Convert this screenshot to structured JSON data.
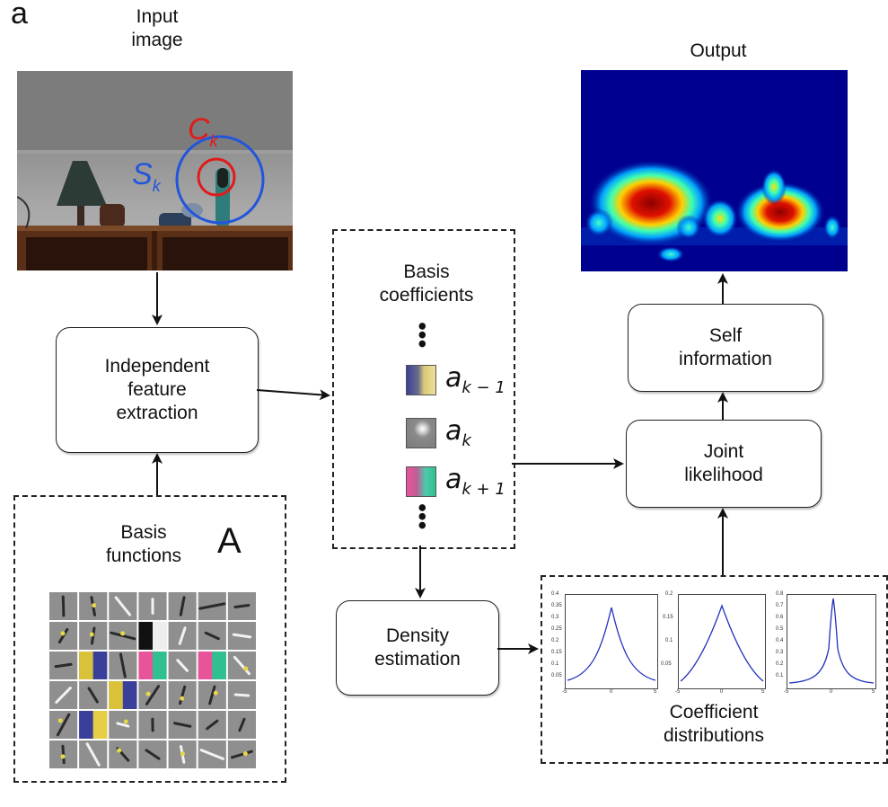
{
  "panel_letter": "a",
  "input": {
    "title": "Input\nimage",
    "c_label": "C",
    "c_sub": "k",
    "s_label": "S",
    "s_sub": "k"
  },
  "output": {
    "title": "Output"
  },
  "boxes": {
    "feature": "Independent\nfeature\nextraction",
    "self": "Self\ninformation",
    "joint": "Joint\nlikelihood",
    "density": "Density\nestimation"
  },
  "basis": {
    "title": "Basis\nfunctions",
    "letter": "A"
  },
  "coefficients": {
    "title": "Basis\ncoefficients",
    "items": [
      {
        "var": "a",
        "sub": "k − 1"
      },
      {
        "var": "a",
        "sub": "k"
      },
      {
        "var": "a",
        "sub": "k + 1"
      }
    ]
  },
  "distributions": {
    "title": "Coefficient\ndistributions",
    "plots": [
      {
        "yticks": [
          "0.4",
          "0.35",
          "0.3",
          "0.25",
          "0.2",
          "0.15",
          "0.1",
          "0.05"
        ],
        "xticks": [
          "-5",
          "0",
          "5"
        ]
      },
      {
        "yticks": [
          "0.2",
          "0.15",
          "0.1",
          "0.05"
        ],
        "xticks": [
          "-5",
          "0",
          "5"
        ]
      },
      {
        "yticks": [
          "0.8",
          "0.7",
          "0.6",
          "0.5",
          "0.4",
          "0.3",
          "0.2",
          "0.1"
        ],
        "xticks": [
          "-5",
          "0",
          "5"
        ]
      }
    ]
  },
  "colors": {
    "c_circle": "#e11b1b",
    "s_circle": "#2255dd",
    "heat_bg": "#00008f"
  }
}
